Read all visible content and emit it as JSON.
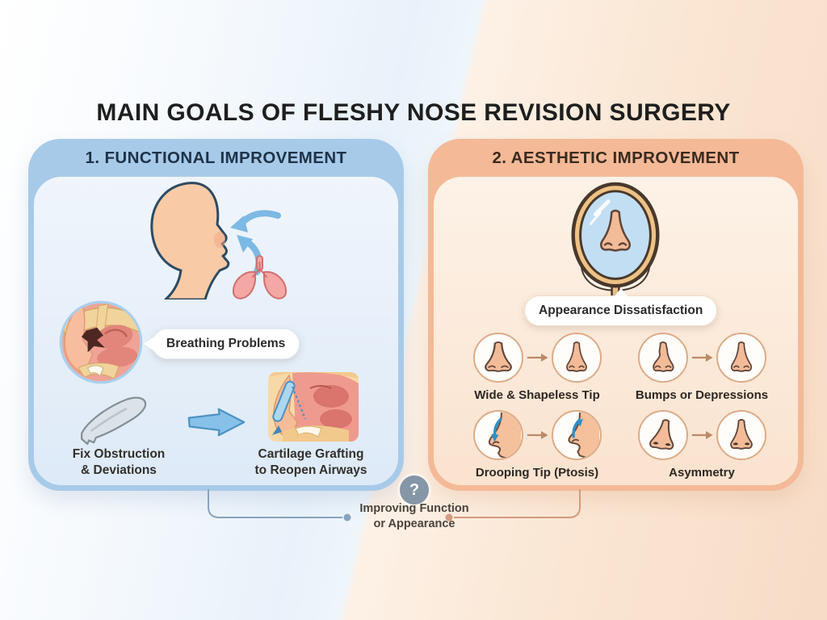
{
  "page": {
    "title": "MAIN GOALS OF FLESHY NOSE REVISION SURGERY"
  },
  "functional_panel": {
    "header": "1. FUNCTIONAL IMPROVEMENT",
    "breathing_bubble": "Breathing Problems",
    "fix_label": {
      "line1": "Fix Obstruction",
      "line2": "& Deviations"
    },
    "graft_label": {
      "line1": "Cartilage Grafting",
      "line2": "to Reopen Airways"
    }
  },
  "aesthetic_panel": {
    "header": "2. AESTHETIC IMPROVEMENT",
    "bubble": "Appearance Dissatisfaction",
    "items": [
      {
        "label": "Wide & Shapeless Tip"
      },
      {
        "label": "Bumps or Depressions"
      },
      {
        "label": "Drooping Tip (Ptosis)"
      },
      {
        "label": "Asymmetry"
      }
    ]
  },
  "footer": {
    "question_icon": "?",
    "caption": {
      "line1": "Improving Function",
      "line2": "or Appearance"
    }
  },
  "colors": {
    "functional_header_bg": "#a8cae9",
    "functional_panel_bg": "#edf4fb",
    "aesthetic_header_bg": "#f4b997",
    "aesthetic_panel_bg": "#fbecdd",
    "arrow_blue": "#87c1e9",
    "arrow_brown": "#bb8a67",
    "question_circle_bg": "#8596a6"
  }
}
